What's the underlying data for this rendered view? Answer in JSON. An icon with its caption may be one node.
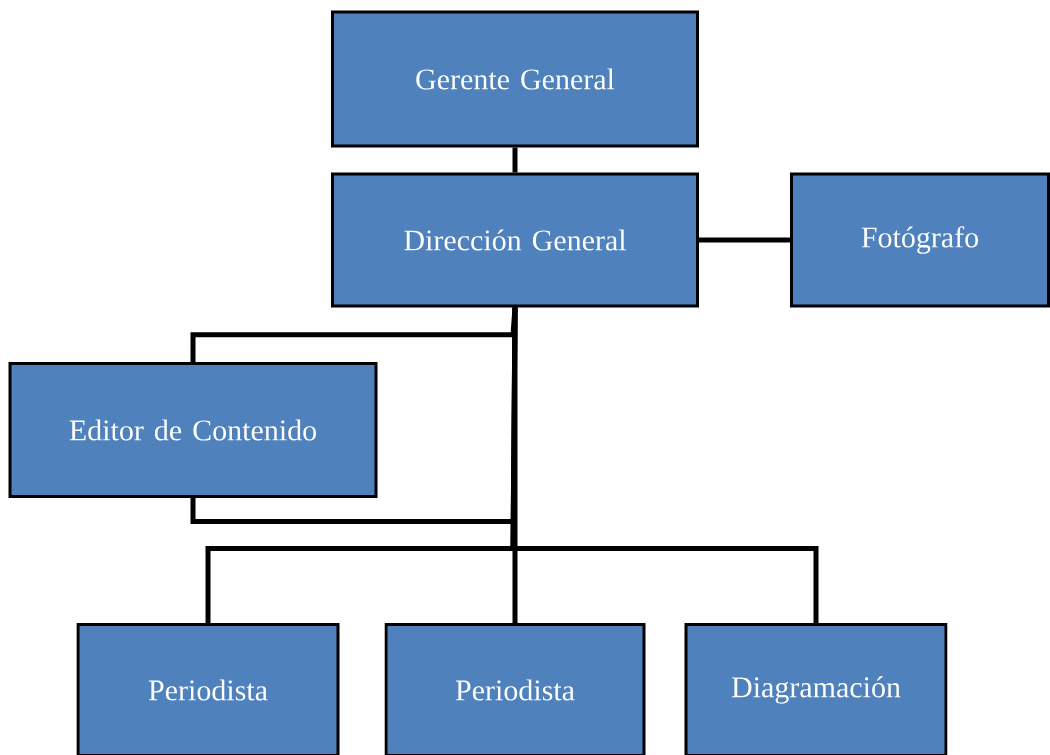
{
  "diagram": {
    "nodes": [
      {
        "text": [
          "Gerente General"
        ]
      },
      {
        "text": [
          "Dirección General"
        ]
      },
      {
        "text": [
          "Fotógrafo"
        ]
      },
      {
        "text": [
          "Editor de Contenido"
        ]
      },
      {
        "text": [
          "Periodista"
        ]
      },
      {
        "text": [
          "Periodista"
        ]
      },
      {
        "text": [
          "Diagramación"
        ]
      }
    ],
    "edges": [
      {
        "from": 0,
        "to": 1,
        "arrow": "none"
      },
      {
        "from": 1,
        "to": 2,
        "arrow": "none"
      },
      {
        "from": 1,
        "to": 3,
        "arrow": "none"
      },
      {
        "from": 1,
        "to": 4,
        "arrow": "none"
      },
      {
        "from": 1,
        "to": 5,
        "arrow": "none"
      },
      {
        "from": 1,
        "to": 6,
        "arrow": "none"
      }
    ]
  }
}
